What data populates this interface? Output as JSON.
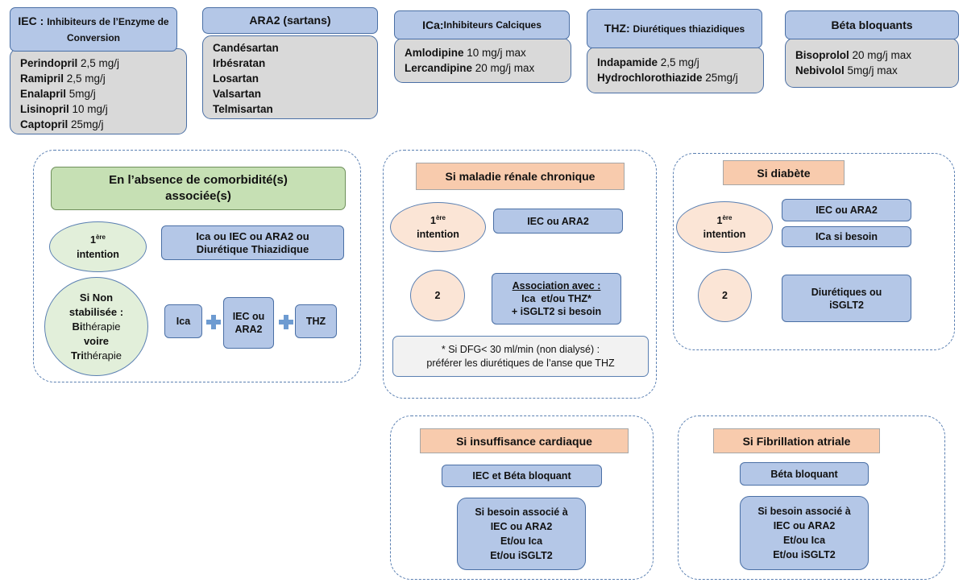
{
  "classes": [
    {
      "key": "iec",
      "title": "IEC",
      "title_sep": " : ",
      "title_sub": "Inhibiteurs de l’Enzyme de Conversion",
      "drugs": [
        {
          "name": "Perindopril",
          "dose": " 2,5 mg/j"
        },
        {
          "name": "Ramipril",
          "dose": " 2,5 mg/j"
        },
        {
          "name": "Enalapril",
          "dose": " 5mg/j"
        },
        {
          "name": "Lisinopril",
          "dose": " 10 mg/j"
        },
        {
          "name": "Captopril",
          "dose": " 25mg/j"
        }
      ]
    },
    {
      "key": "ara2",
      "title": "ARA2 (sartans)",
      "drugs": [
        {
          "name": "Candésartan",
          "dose": ""
        },
        {
          "name": "Irbésratan",
          "dose": ""
        },
        {
          "name": "Losartan",
          "dose": ""
        },
        {
          "name": "Valsartan",
          "dose": ""
        },
        {
          "name": "Telmisartan",
          "dose": ""
        }
      ]
    },
    {
      "key": "ica",
      "title": "ICa",
      "title_sep": " : ",
      "title_sub": "Inhibiteurs Calciques",
      "drugs": [
        {
          "name": "Amlodipine",
          "dose": " 10 mg/j max"
        },
        {
          "name": "Lercandipine",
          "dose": " 20 mg/j max"
        }
      ]
    },
    {
      "key": "thz",
      "title": "THZ:",
      "title_sub": "Diurétiques thiazidiques",
      "drugs": [
        {
          "name": "Indapamide",
          "dose": " 2,5 mg/j"
        },
        {
          "name": "Hydrochlorothiazide",
          "dose": " 25mg/j"
        }
      ]
    },
    {
      "key": "bb",
      "title": "Béta bloquants",
      "drugs": [
        {
          "name": "Bisoprolol",
          "dose": " 20 mg/j max"
        },
        {
          "name": "Nebivolol",
          "dose": " 5mg/j max"
        }
      ]
    }
  ],
  "no_comorb": {
    "title": "En l’absence de comorbidité(s) associée(s)",
    "first_num": "1",
    "first_sup": "ère",
    "first_word": "intention",
    "first_text": "Ica ou IEC ou ARA2 ou Diurétique Thiazidique",
    "second_l1": "Si Non",
    "second_l2": "stabilisée :",
    "second_b1": "Bi",
    "second_r1": "thérapie",
    "second_l3": "voire",
    "second_b2": "Tri",
    "second_r2": "thérapie",
    "combo_ica": "Ica",
    "combo_iec": "IEC ou ARA2",
    "combo_thz": "THZ"
  },
  "renal": {
    "title": "Si maladie rénale chronique",
    "first_num": "1",
    "first_sup": "ère",
    "first_word": "intention",
    "first_text": "IEC ou ARA2",
    "second_num": "2",
    "second_u": "Association avec :",
    "second_l2": "Ica  et/ou THZ*",
    "second_l3": "+ iSGLT2 si besoin",
    "note_l1": "* Si DFG< 30 ml/min (non dialysé) :",
    "note_l2": "préférer les diurétiques de l’anse que THZ"
  },
  "diabetes": {
    "title": "Si diabète",
    "first_num": "1",
    "first_sup": "ère",
    "first_word": "intention",
    "first_text": "IEC ou ARA2",
    "first_text2": "ICa si besoin",
    "second_num": "2",
    "second_text": "Diurétiques ou iSGLT2"
  },
  "heart_failure": {
    "title": "Si insuffisance cardiaque",
    "first_text": "IEC et Béta bloquant",
    "assoc_l1": "Si besoin associé à",
    "assoc_l2": "IEC ou ARA2",
    "assoc_l3": "Et/ou Ica",
    "assoc_l4": "Et/ou iSGLT2"
  },
  "afib": {
    "title": "Si Fibrillation atriale",
    "first_text": "Béta bloquant",
    "assoc_l1": "Si besoin associé à",
    "assoc_l2": "IEC ou ARA2",
    "assoc_l3": "Et/ou Ica",
    "assoc_l4": "Et/ou iSGLT2"
  },
  "colors": {
    "header_blue": "#b4c7e7",
    "list_grey": "#d9d9d9",
    "green": "#c6e0b4",
    "orange": "#f8cbad",
    "border_blue": "#4a6fa5"
  }
}
